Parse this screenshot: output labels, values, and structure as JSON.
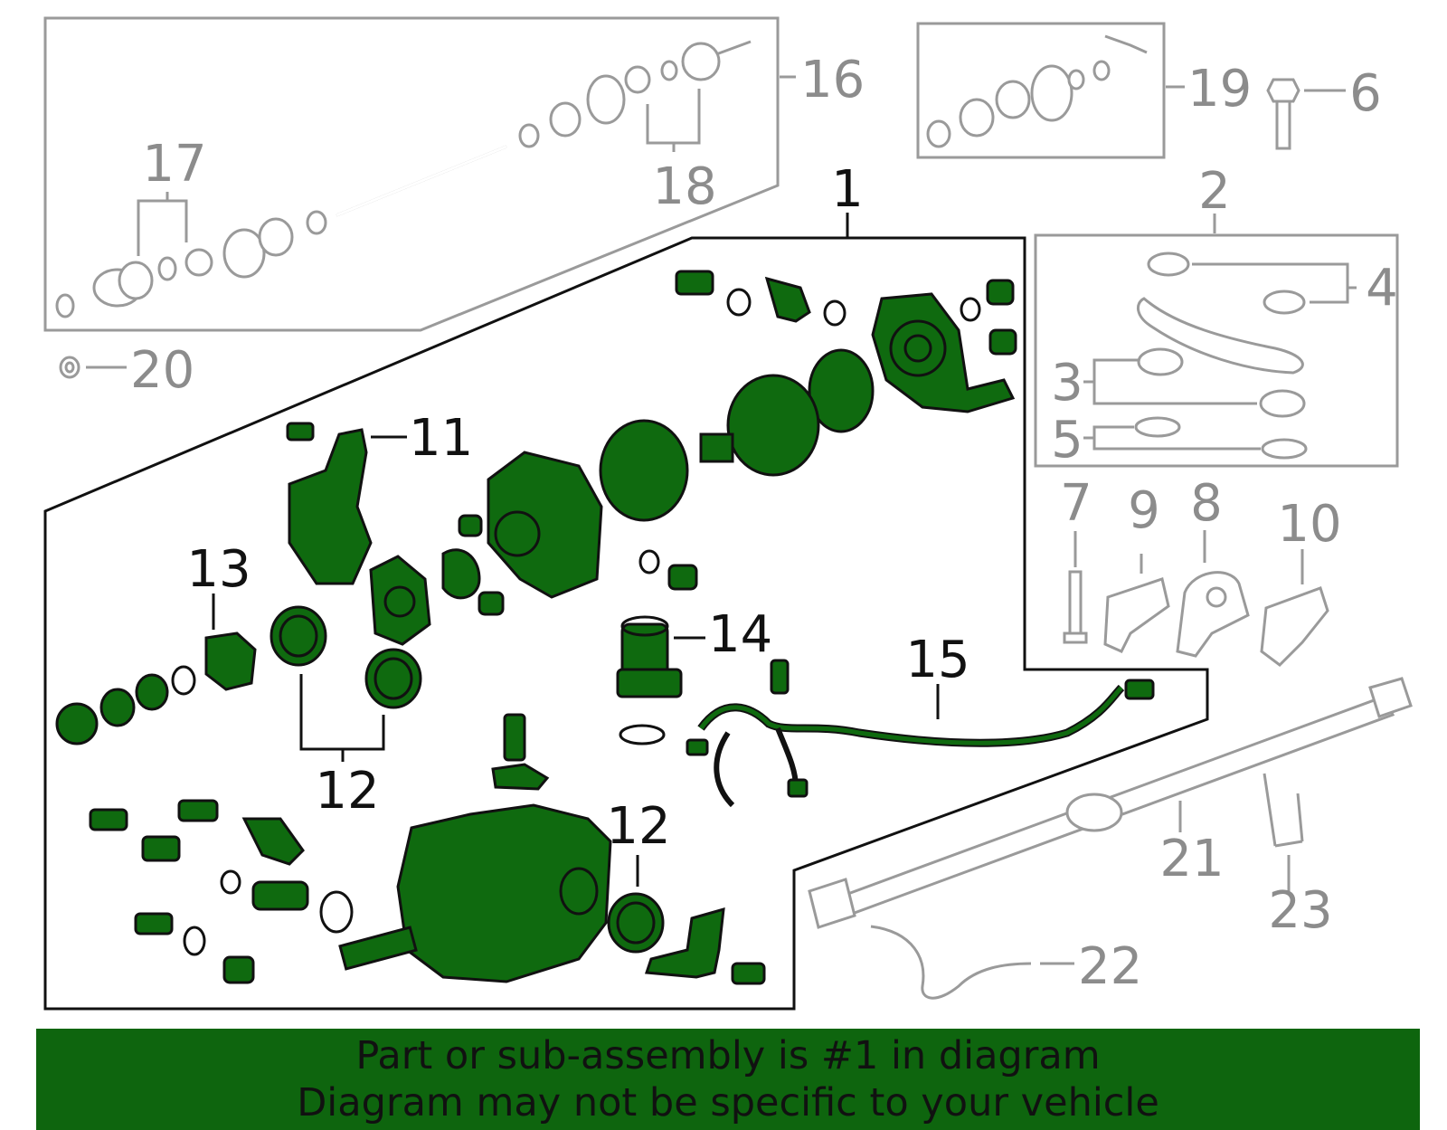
{
  "colors": {
    "highlight": "#0e650e",
    "part_fill": "#0f6a0f",
    "gray_line": "#9a9a9a",
    "black_line": "#111111",
    "panel_bg": "#f6f6f6"
  },
  "callouts": {
    "c1": "1",
    "c2": "2",
    "c3": "3",
    "c4": "4",
    "c5": "5",
    "c6": "6",
    "c7": "7",
    "c8": "8",
    "c9": "9",
    "c10": "10",
    "c11": "11",
    "c12a": "12",
    "c12b": "12",
    "c13": "13",
    "c14": "14",
    "c15": "15",
    "c16": "16",
    "c17": "17",
    "c18": "18",
    "c19": "19",
    "c20": "20",
    "c21": "21",
    "c22": "22",
    "c23": "23"
  },
  "banner": {
    "line1": "Part or sub-assembly is #1 in diagram",
    "line2": "Diagram may not be specific to your vehicle"
  }
}
